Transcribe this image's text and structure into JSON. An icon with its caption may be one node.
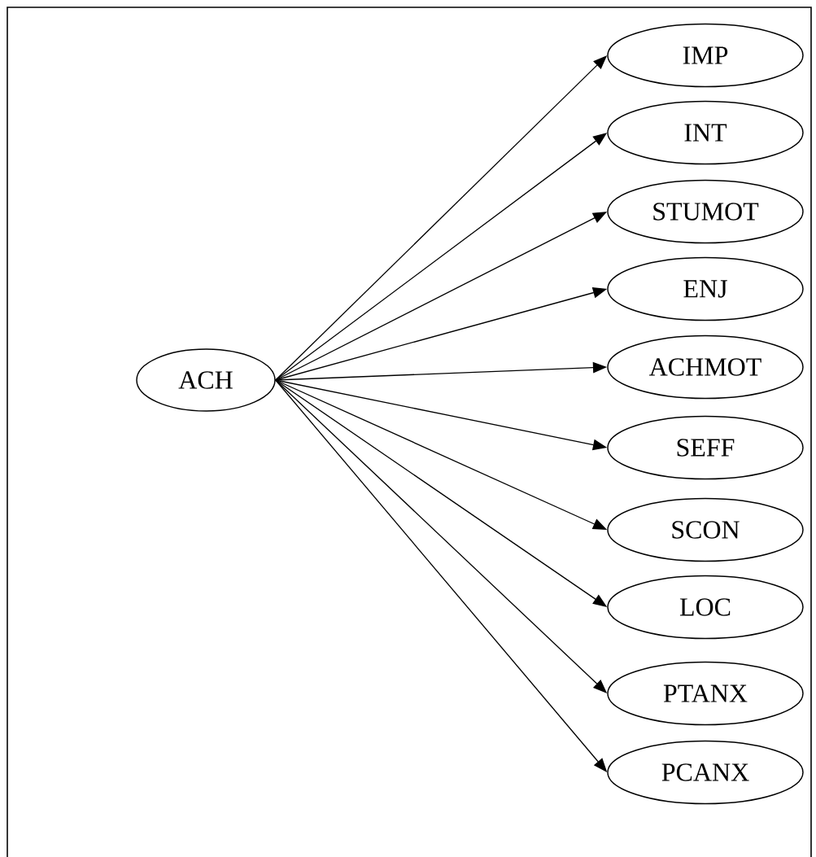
{
  "diagram": {
    "nodes": [
      {
        "text": [
          "ACH"
        ]
      },
      {
        "text": [
          "IMP"
        ]
      },
      {
        "text": [
          "INT"
        ]
      },
      {
        "text": [
          "STUMOT"
        ]
      },
      {
        "text": [
          "ENJ"
        ]
      },
      {
        "text": [
          "ACHMOT"
        ]
      },
      {
        "text": [
          "SEFF"
        ]
      },
      {
        "text": [
          "SCON"
        ]
      },
      {
        "text": [
          "LOC"
        ]
      },
      {
        "text": [
          "PTANX"
        ]
      },
      {
        "text": [
          "PCANX"
        ]
      }
    ],
    "edges": [
      {
        "from": 0,
        "to": 1,
        "arrow": "to"
      },
      {
        "from": 0,
        "to": 2,
        "arrow": "to"
      },
      {
        "from": 0,
        "to": 3,
        "arrow": "to"
      },
      {
        "from": 0,
        "to": 4,
        "arrow": "to"
      },
      {
        "from": 0,
        "to": 5,
        "arrow": "to"
      },
      {
        "from": 0,
        "to": 6,
        "arrow": "to"
      },
      {
        "from": 0,
        "to": 7,
        "arrow": "to"
      },
      {
        "from": 0,
        "to": 8,
        "arrow": "to"
      },
      {
        "from": 0,
        "to": 9,
        "arrow": "to"
      },
      {
        "from": 0,
        "to": 10,
        "arrow": "to"
      }
    ]
  }
}
